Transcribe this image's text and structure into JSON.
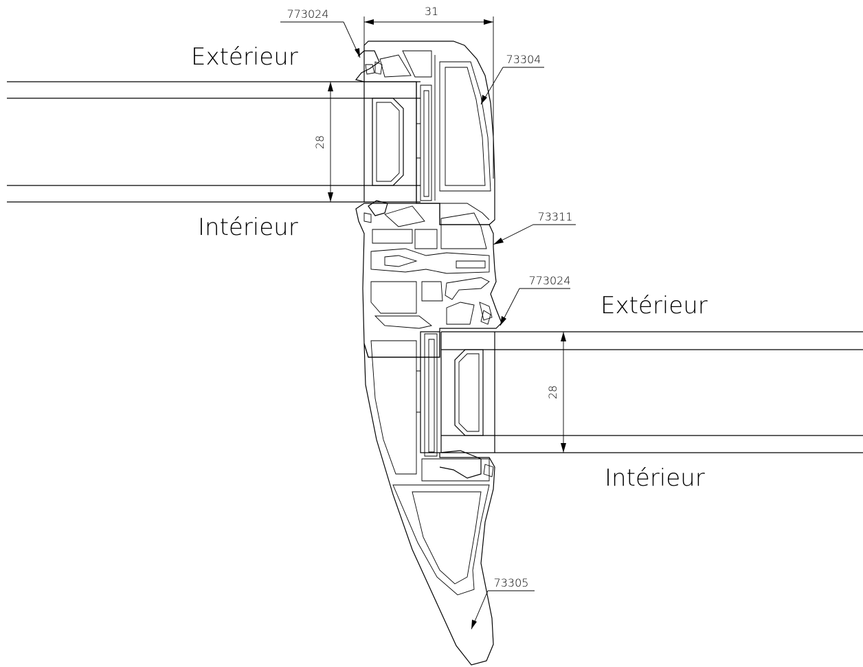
{
  "drawing": {
    "upper": {
      "side_exterior": "Extérieur",
      "side_interior": "Intérieur",
      "glazing_thickness": "28",
      "gasket_ref": "773024",
      "sash_ref": "73304",
      "width_dimension": "31"
    },
    "middle": {
      "mullion_ref": "73311"
    },
    "lower": {
      "side_exterior": "Extérieur",
      "side_interior": "Intérieur",
      "glazing_thickness": "28",
      "gasket_ref": "773024",
      "sill_ref": "73305"
    }
  }
}
